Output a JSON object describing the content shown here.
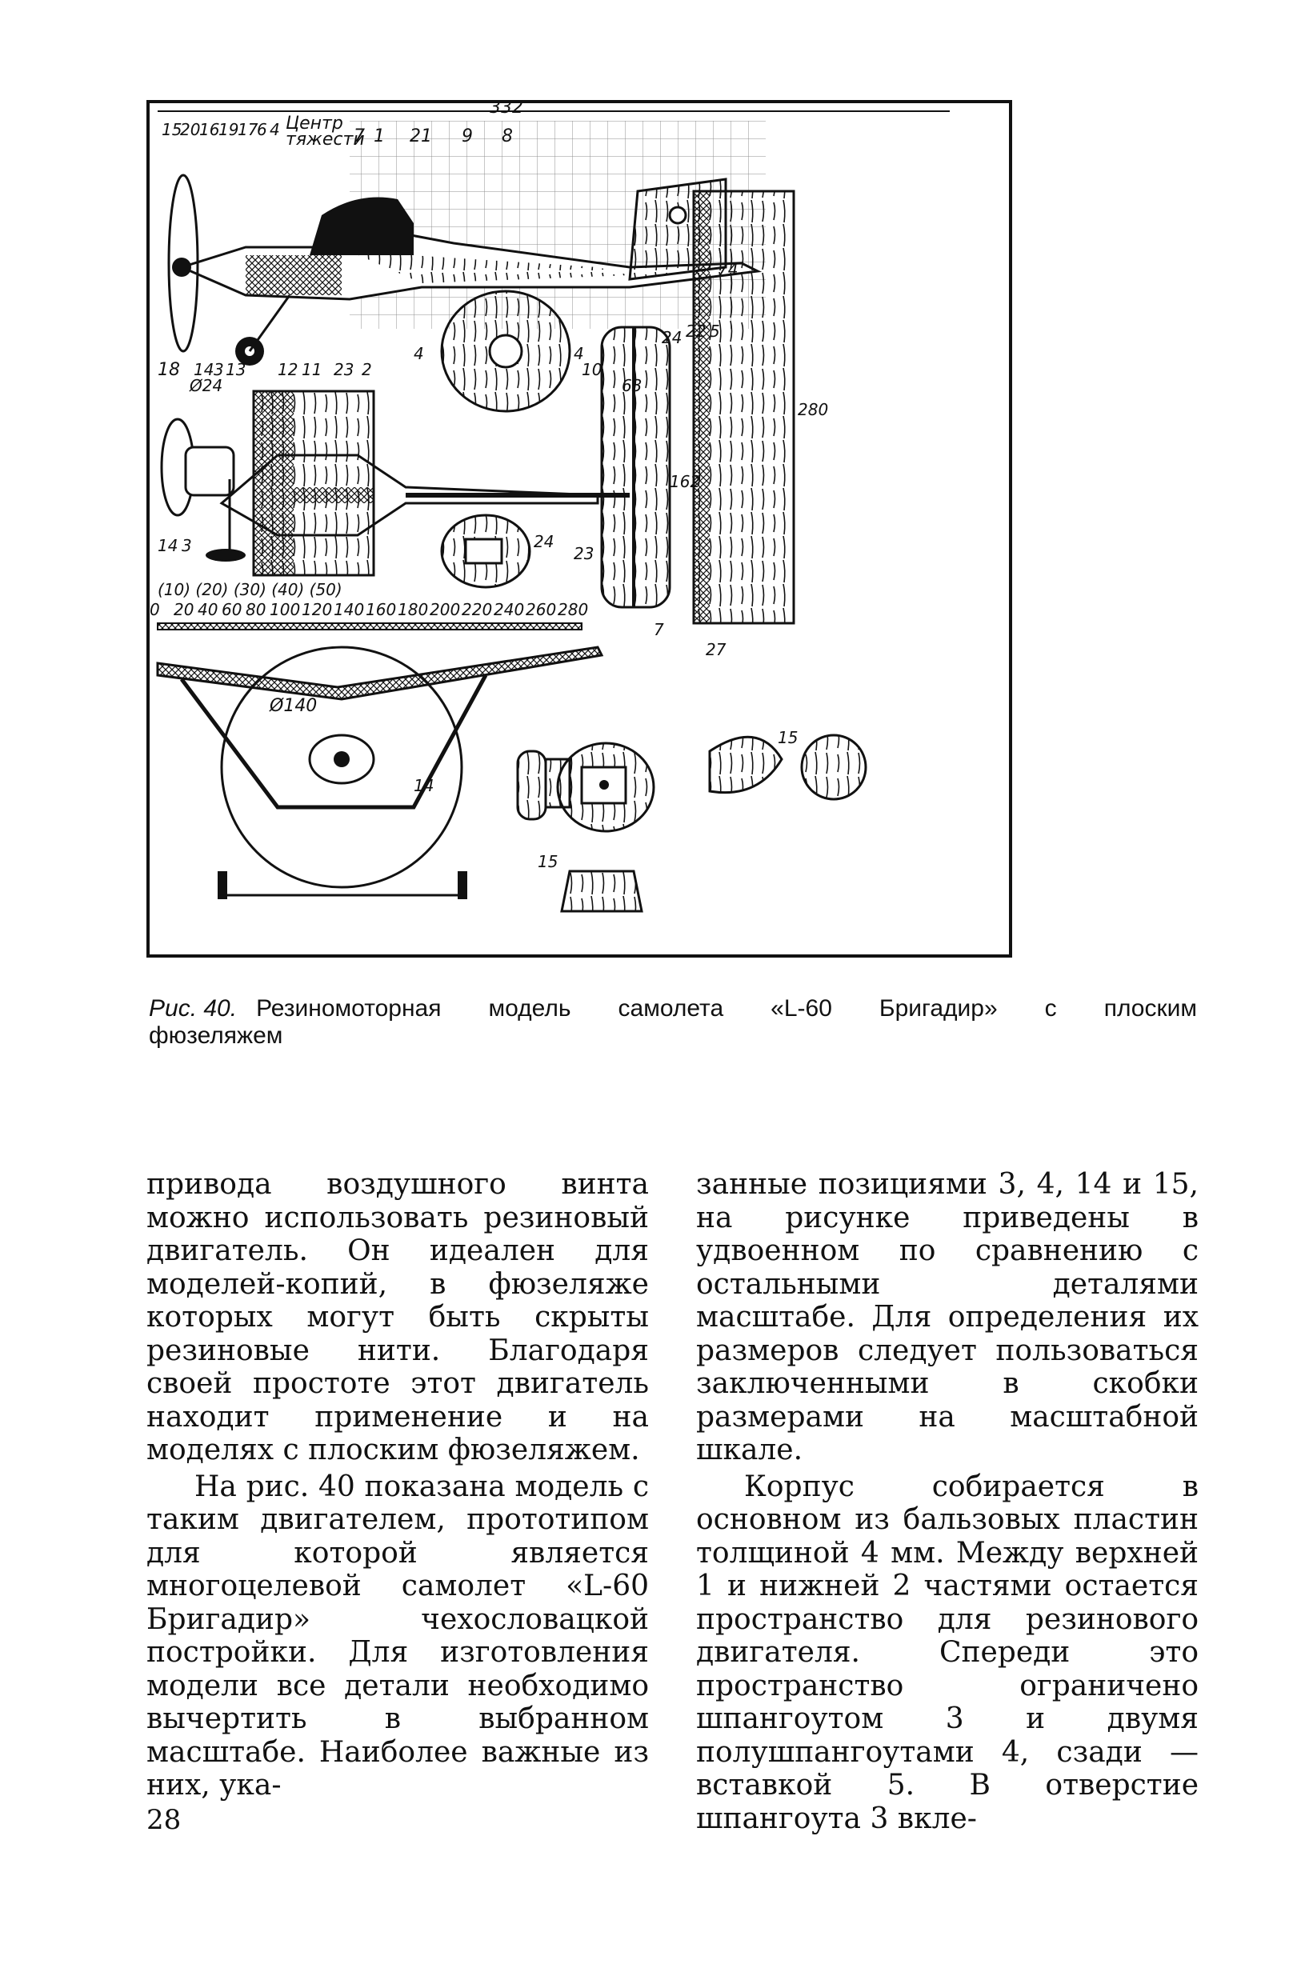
{
  "figure": {
    "dims": {
      "overall_length": "332",
      "tail_span": "74",
      "wing_span": "280",
      "chord": "63",
      "stab_span": "162",
      "dihedral": "27",
      "wheel_dia": "Ø24",
      "prop_dia": "Ø140"
    },
    "cg_label_1": "Центр",
    "cg_label_2": "тяжести",
    "part_numbers": [
      "15",
      "20",
      "16",
      "19",
      "17",
      "6",
      "4",
      "7",
      "1",
      "21",
      "9",
      "8",
      "18",
      "14",
      "3",
      "13",
      "12",
      "11",
      "23",
      "2",
      "24",
      "22",
      "5",
      "10",
      "7",
      "15",
      "14",
      "3",
      "24",
      "23",
      "14",
      "15",
      "7"
    ],
    "scale_top": "(10) (20) (30) (40) (50)",
    "scale_bottom": [
      "0",
      "20",
      "40",
      "60",
      "80",
      "100",
      "120",
      "140",
      "160",
      "180",
      "200",
      "220",
      "240",
      "260",
      "280"
    ]
  },
  "caption": {
    "num": "Рис. 40.",
    "text_l1": "Резиномоторная модель самолета «L-60 Бригадир» с плоским",
    "text_l2": "фюзеляжем"
  },
  "body": {
    "left_p1": "привода воздушного винта можно использовать резиновый двигатель. Он идеален для моделей-копий, в фюзеляже которых могут быть скрыты резиновые нити. Благодаря своей простоте этот двигатель находит применение и на моделях с плоским фюзеляжем.",
    "left_p2": "На рис. 40 показана модель с таким двигателем, прототипом для которой является многоцелевой самолет «L-60 Бригадир» чехословацкой постройки. Для изготовления модели все детали необходимо вычертить в выбранном масштабе. Наиболее важные из них, ука-",
    "right_p1": "занные позициями 3, 4, 14 и 15, на рисунке приведены в удвоенном по сравнению с остальными деталями масштабе. Для определения их размеров следует пользоваться заключенными в скобки размерами на масштабной шкале.",
    "right_p2": "Корпус собирается в основном из бальзовых пластин толщиной 4 мм. Между верхней 1 и нижней 2 частями остается пространство для резинового двигателя. Спереди это пространство ограничено шпангоутом 3 и двумя полушпангоутами 4, сзади — вставкой 5. В отверстие шпангоута 3 вкле-"
  },
  "page_number": "28"
}
